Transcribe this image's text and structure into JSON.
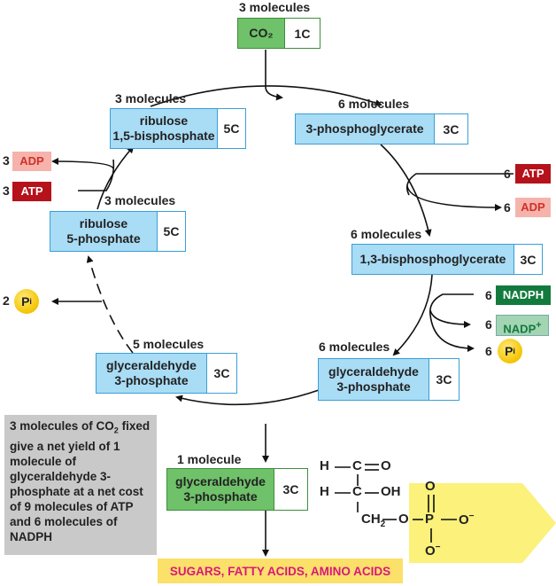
{
  "co2": {
    "qty": "3 molecules",
    "name": "CO₂",
    "carbons": "1C"
  },
  "rubp": {
    "qty": "3 molecules",
    "name_line1": "ribulose",
    "name_line2": "1,5-bisphosphate",
    "carbons": "5C"
  },
  "pga": {
    "qty": "6 molecules",
    "name": "3-phosphoglycerate",
    "carbons": "3C"
  },
  "bpg": {
    "qty": "6 molecules",
    "name": "1,3-bisphosphoglycerate",
    "carbons": "3C"
  },
  "g3p_right": {
    "qty": "6 molecules",
    "name_line1": "glyceraldehyde",
    "name_line2": "3-phosphate",
    "carbons": "3C"
  },
  "g3p_left": {
    "qty": "5 molecules",
    "name_line1": "glyceraldehyde",
    "name_line2": "3-phosphate",
    "carbons": "3C"
  },
  "r5p": {
    "qty": "3 molecules",
    "name_line1": "ribulose",
    "name_line2": "5-phosphate",
    "carbons": "5C"
  },
  "g3p_out": {
    "qty": "1 molecule",
    "name_line1": "glyceraldehyde",
    "name_line2": "3-phosphate",
    "carbons": "3C"
  },
  "cofactors_left": {
    "adp": {
      "coef": "3",
      "label": "ADP"
    },
    "atp": {
      "coef": "3",
      "label": "ATP"
    },
    "pi": {
      "coef": "2",
      "label": "P",
      "sub": "i"
    }
  },
  "cofactors_right": {
    "atp": {
      "coef": "6",
      "label": "ATP"
    },
    "adp": {
      "coef": "6",
      "label": "ADP"
    },
    "nadph": {
      "coef": "6",
      "label": "NADPH"
    },
    "nadp": {
      "coef": "6",
      "label": "NADP",
      "sup": "+"
    },
    "pi": {
      "coef": "6",
      "label": "P",
      "sub": "i"
    }
  },
  "note": {
    "line1": "3 molecules of CO",
    "line1_sub": "2",
    "rest": "fixed give a net yield of 1 molecule of glyceraldehyde 3-phosphate at a net cost of 9 molecules of ATP and 6 molecules of NADPH"
  },
  "output": "SUGARS, FATTY ACIDS, AMINO ACIDS",
  "structure": {
    "h1": "H",
    "c1": "C",
    "o1": "O",
    "h2": "H",
    "c2": "C",
    "oh": "OH",
    "ch2": "CH",
    "ch2_sub": "2",
    "o3": "O",
    "p": "P",
    "o_top": "O",
    "o_right": "O",
    "o_bottom": "O",
    "minus": "−"
  }
}
